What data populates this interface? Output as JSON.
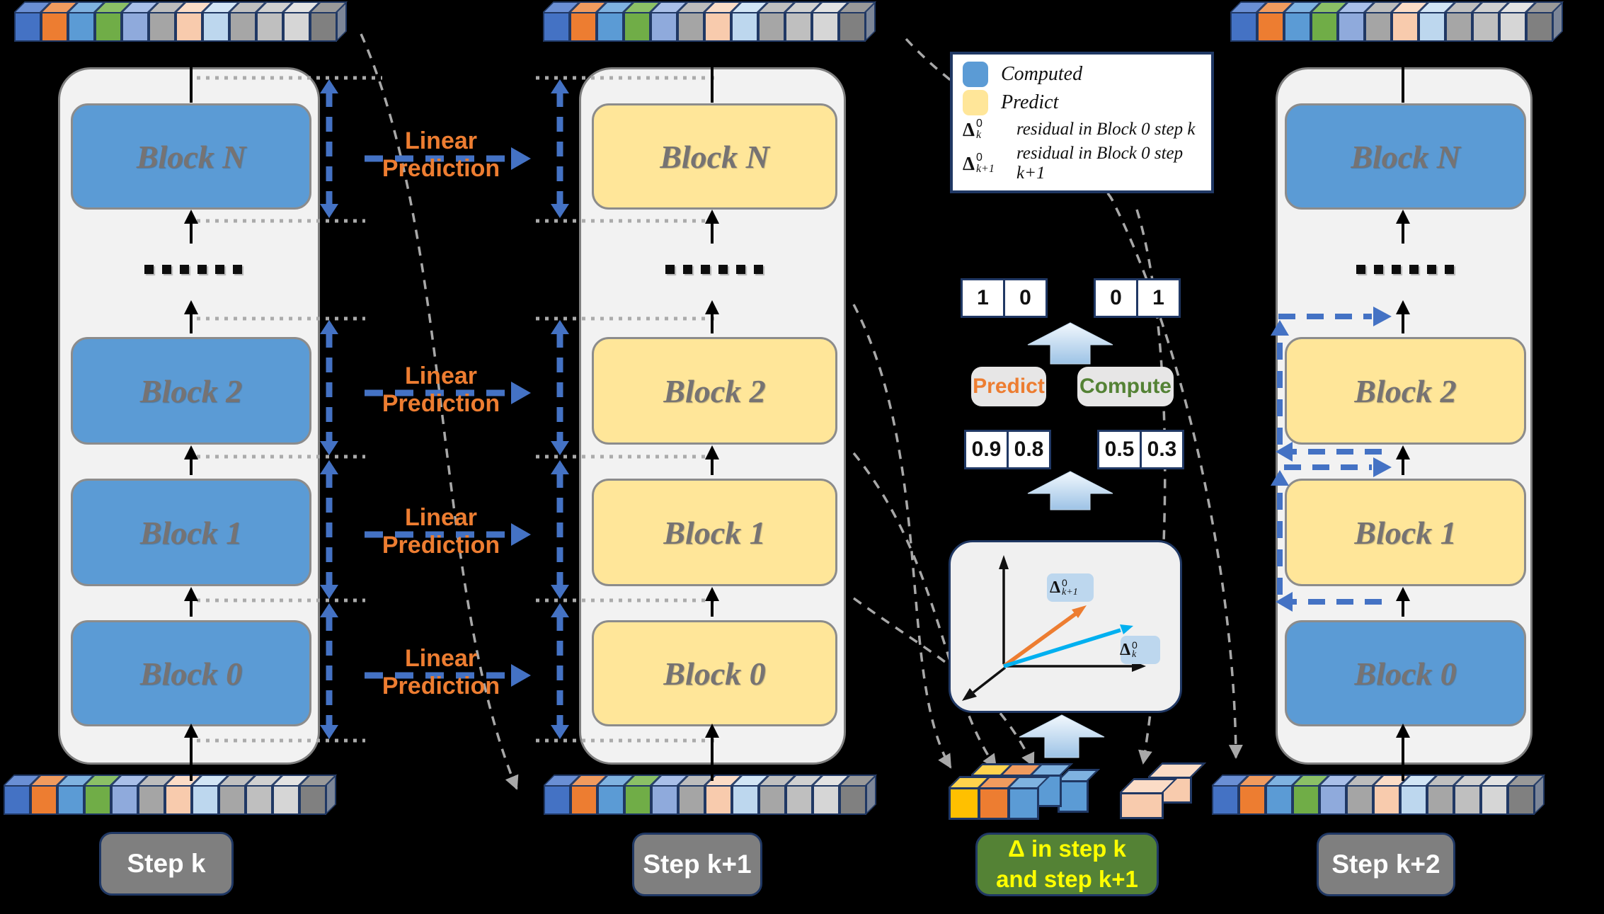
{
  "figure": {
    "description_visible_text_only": true
  },
  "columns": [
    {
      "step_label": "Step k",
      "blocks": [
        {
          "label": "Block N",
          "state": "computed"
        },
        {
          "label": "Block 2",
          "state": "computed"
        },
        {
          "label": "Block 1",
          "state": "computed"
        },
        {
          "label": "Block 0",
          "state": "computed"
        }
      ]
    },
    {
      "step_label": "Step k+1",
      "blocks": [
        {
          "label": "Block N",
          "state": "predict"
        },
        {
          "label": "Block 2",
          "state": "predict"
        },
        {
          "label": "Block 1",
          "state": "predict"
        },
        {
          "label": "Block 0",
          "state": "predict"
        }
      ]
    },
    {
      "step_label": "Step k+2",
      "blocks": [
        {
          "label": "Block N",
          "state": "computed"
        },
        {
          "label": "Block 2",
          "state": "predict"
        },
        {
          "label": "Block 1",
          "state": "predict"
        },
        {
          "label": "Block 0",
          "state": "computed"
        }
      ]
    }
  ],
  "linear_prediction": {
    "label": "Linear Prediction"
  },
  "legend": {
    "computed_label": "Computed",
    "predict_label": "Predict",
    "residual_k": {
      "symbol_base": "Δ",
      "symbol_sup": "0",
      "symbol_sub": "k",
      "label": "residual in Block 0 step k"
    },
    "residual_k1": {
      "symbol_base": "Δ",
      "symbol_sup": "0",
      "symbol_sub": "k+1",
      "label": "residual in Block 0 step k+1"
    }
  },
  "router": {
    "onehot_predict": [
      "1",
      "0"
    ],
    "onehot_compute": [
      "0",
      "1"
    ],
    "predict_label": "Predict",
    "compute_label": "Compute",
    "scores_predict": [
      "0.9",
      "0.8"
    ],
    "scores_compute": [
      "0.5",
      "0.3"
    ]
  },
  "vector_plot": {
    "delta_k1": {
      "base": "Δ",
      "sup": "0",
      "sub": "k+1",
      "color": "#ED7D31"
    },
    "delta_k": {
      "base": "Δ",
      "sup": "0",
      "sub": "k",
      "color": "#00B0F0"
    }
  },
  "delta_caption": {
    "line1": "Δ in step k",
    "line2": "and step k+1"
  },
  "tokens": {
    "cube_colors": [
      {
        "front": "#4472C4",
        "top": "#6A8FD4"
      },
      {
        "front": "#ED7D31",
        "top": "#F09B5E"
      },
      {
        "front": "#5B9BD5",
        "top": "#7FB2E0"
      },
      {
        "front": "#70AD47",
        "top": "#8BC066"
      },
      {
        "front": "#8FAADC",
        "top": "#A9BFE8"
      },
      {
        "front": "#A5A5A5",
        "top": "#BCBCBC"
      },
      {
        "front": "#F8CBAD",
        "top": "#FBDCC6"
      },
      {
        "front": "#BDD7EE",
        "top": "#D2E5F5"
      },
      {
        "front": "#A6A6A6",
        "top": "#BFBFBF"
      },
      {
        "front": "#BFBFBF",
        "top": "#D0D0D0"
      },
      {
        "front": "#D6D6D6",
        "top": "#E3E3E3"
      },
      {
        "front": "#808080",
        "top": "#999999"
      }
    ]
  },
  "delta_cubes": {
    "row_colors": [
      "#FFC000",
      "#ED7D31",
      "#5B9BD5"
    ],
    "extra_color": "#5B9BD5",
    "peach_color": "#F8CBAD"
  },
  "colors": {
    "computed_blue": "#5B9BD5",
    "predict_yellow": "#FFE699",
    "arrow_blue": "#4472C4",
    "accent_orange": "#ED7D31",
    "vector_cyan": "#00B0F0",
    "compute_green": "#548235",
    "caption_text_yellow": "#FFFF00",
    "step_box_gray": "#7F7F7F",
    "navy_border": "#203864"
  }
}
